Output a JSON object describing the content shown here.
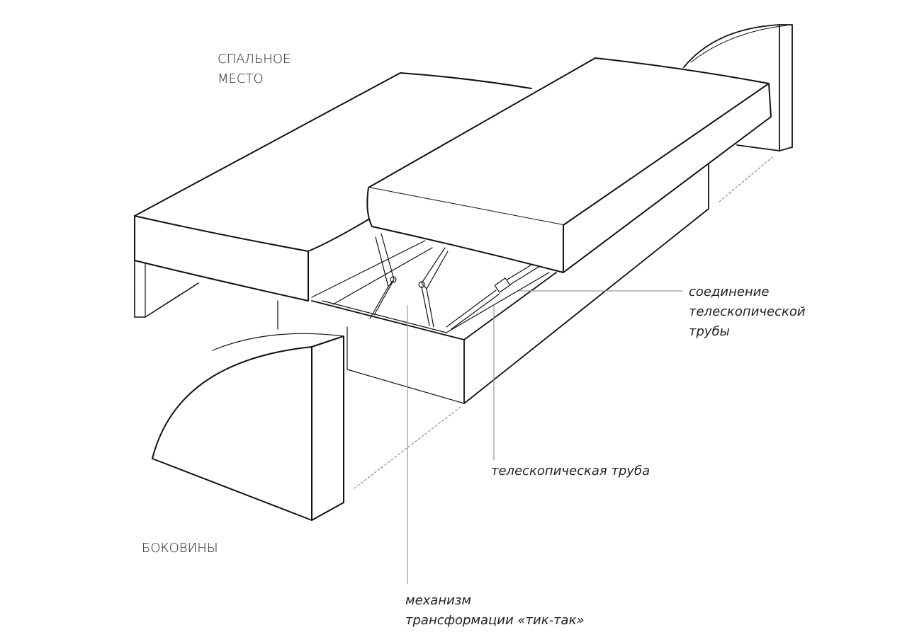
{
  "labels": {
    "sleeping_place": [
      "СПАЛЬНОЕ",
      "МЕСТО"
    ],
    "armrests": "БОКОВИНЫ",
    "tube_joint": [
      "соединение",
      "телескопической",
      "трубы"
    ],
    "telescopic_tube": "телескопическая труба",
    "mechanism": [
      "механизм",
      "трансформации «тик-так»"
    ]
  },
  "colors": {
    "line": "#111111",
    "leader": "#9a9a9a"
  }
}
